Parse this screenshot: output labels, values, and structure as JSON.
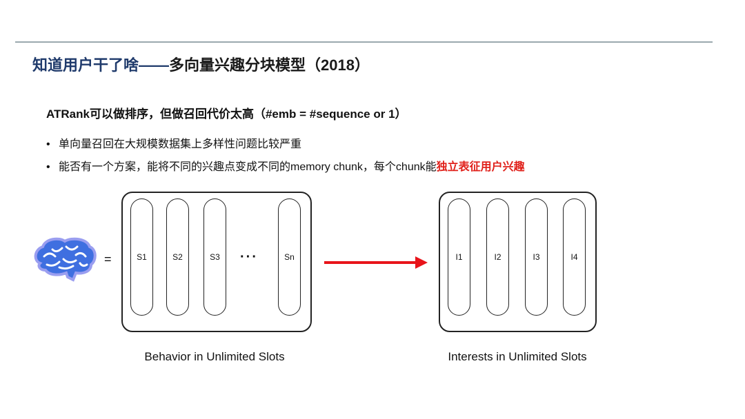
{
  "title": {
    "part1": "知道用户干了啥——",
    "part2": "多向量兴趣分块模型（2018）"
  },
  "subtitle": "ATRank可以做排序，但做召回代价太高（#emb = #sequence or 1）",
  "bullets": [
    {
      "text": "单向量召回在大规模数据集上多样性问题比较严重"
    },
    {
      "text": "能否有一个方案，能将不同的兴趣点变成不同的memory chunk，每个chunk能",
      "highlight": "独立表征用户兴趣"
    }
  ],
  "diagram": {
    "equals": "=",
    "ellipsis": "···",
    "behavior_slots": [
      "S1",
      "S2",
      "S3",
      "Sn"
    ],
    "interest_slots": [
      "I1",
      "I2",
      "I3",
      "I4"
    ],
    "behavior_caption": "Behavior in Unlimited Slots",
    "interests_caption": "Interests in Unlimited Slots",
    "arrow_color": "#e8141a"
  }
}
